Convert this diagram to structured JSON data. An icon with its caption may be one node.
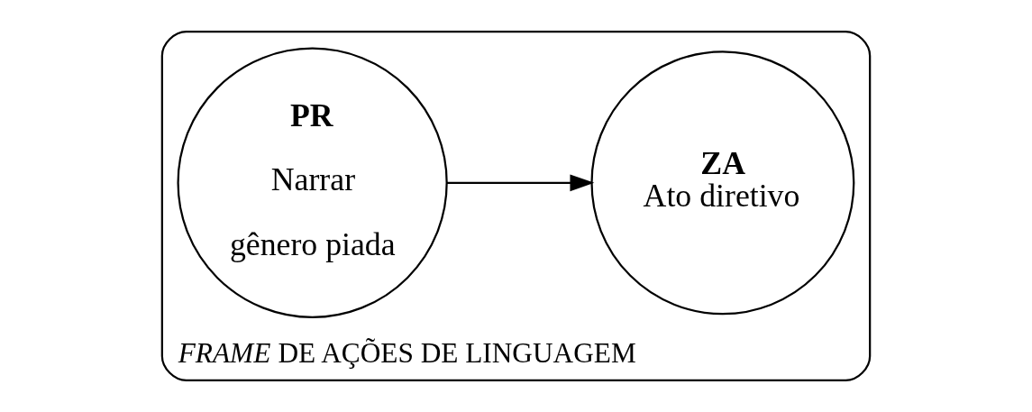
{
  "diagram": {
    "nodes": [
      {
        "text": [
          "*FRAME* DE AÇÕES DE LINGUAGEM"
        ]
      },
      {
        "text": [
          "PR",
          "Narrar",
          "gênero piada"
        ],
        "in": 0
      },
      {
        "text": [
          "ZA",
          "Ato diretivo"
        ],
        "in": 0
      }
    ],
    "edges": [
      {
        "from": 1,
        "to": 2,
        "arrow": "to"
      }
    ]
  }
}
